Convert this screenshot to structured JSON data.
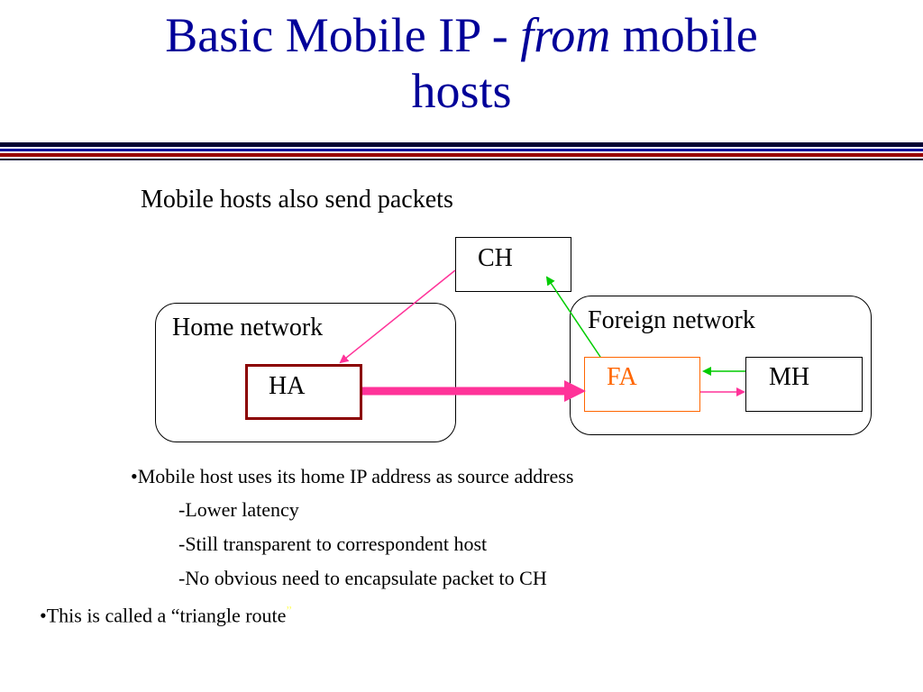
{
  "title": {
    "part1": "Basic Mobile IP - ",
    "italic": "from",
    "part2": " mobile",
    "line2": "hosts"
  },
  "colors": {
    "title": "#000099",
    "rule_dark": "#000033",
    "rule_blue": "#000099",
    "rule_red": "#990000",
    "pink_arrow": "#ff3399",
    "green_arrow": "#00cc00",
    "fa_orange": "#ff6600",
    "ha_border": "#8b0000"
  },
  "subtitle": "Mobile hosts also send packets",
  "diagram": {
    "ch": "CH",
    "home_network": "Home network",
    "ha": "HA",
    "foreign_network": "Foreign network",
    "fa": "FA",
    "mh": "MH"
  },
  "bullets": {
    "b1": "•Mobile host uses its home IP address as source address",
    "s1": "-Lower latency",
    "s2": "-Still transparent to correspondent host",
    "s3": "-No obvious need to encapsulate packet to CH",
    "b2": "•This is called a “triangle route",
    "b2_tail": "”"
  }
}
